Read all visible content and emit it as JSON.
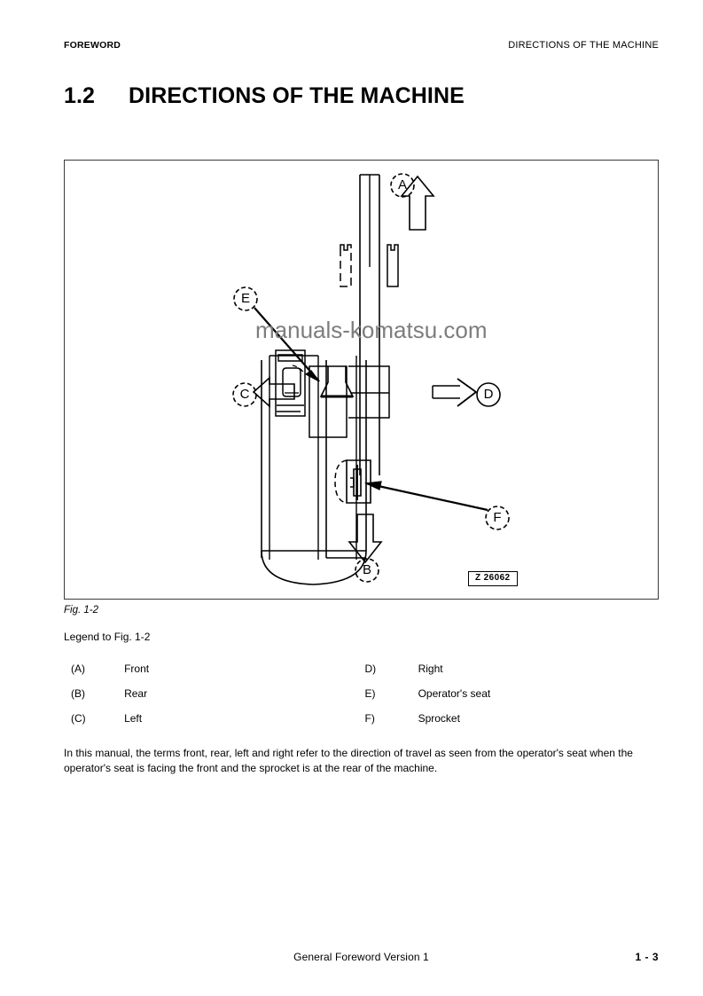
{
  "header": {
    "left": "FOREWORD",
    "right": "DIRECTIONS OF THE MACHINE"
  },
  "title": {
    "number": "1.2",
    "text": "DIRECTIONS OF THE MACHINE"
  },
  "figure": {
    "watermark": "manuals-komatsu.com",
    "code": "Z 26062",
    "caption": "Fig. 1-2",
    "callouts": {
      "a": "A",
      "b": "B",
      "c": "C",
      "d": "D",
      "e": "E",
      "f": "F"
    }
  },
  "legend": {
    "title": "Legend to Fig. 1-2",
    "rows": [
      {
        "key_left": "(A)",
        "val_left": "Front",
        "key_right": "D)",
        "val_right": "Right"
      },
      {
        "key_left": "(B)",
        "val_left": "Rear",
        "key_right": "E)",
        "val_right": "Operator's seat"
      },
      {
        "key_left": "(C)",
        "val_left": "Left",
        "key_right": "F)",
        "val_right": "Sprocket"
      }
    ]
  },
  "body": {
    "paragraph": "In this manual, the terms front, rear, left and right refer to the direction of travel as seen from the operator's seat when the operator's seat is facing the front and the sprocket is at the rear of the machine."
  },
  "footer": {
    "center": "General Foreword Version 1",
    "page": "1 - 3"
  },
  "colors": {
    "text": "#000000",
    "frame": "#3b3b3b",
    "watermark": "#7d7d7d"
  }
}
